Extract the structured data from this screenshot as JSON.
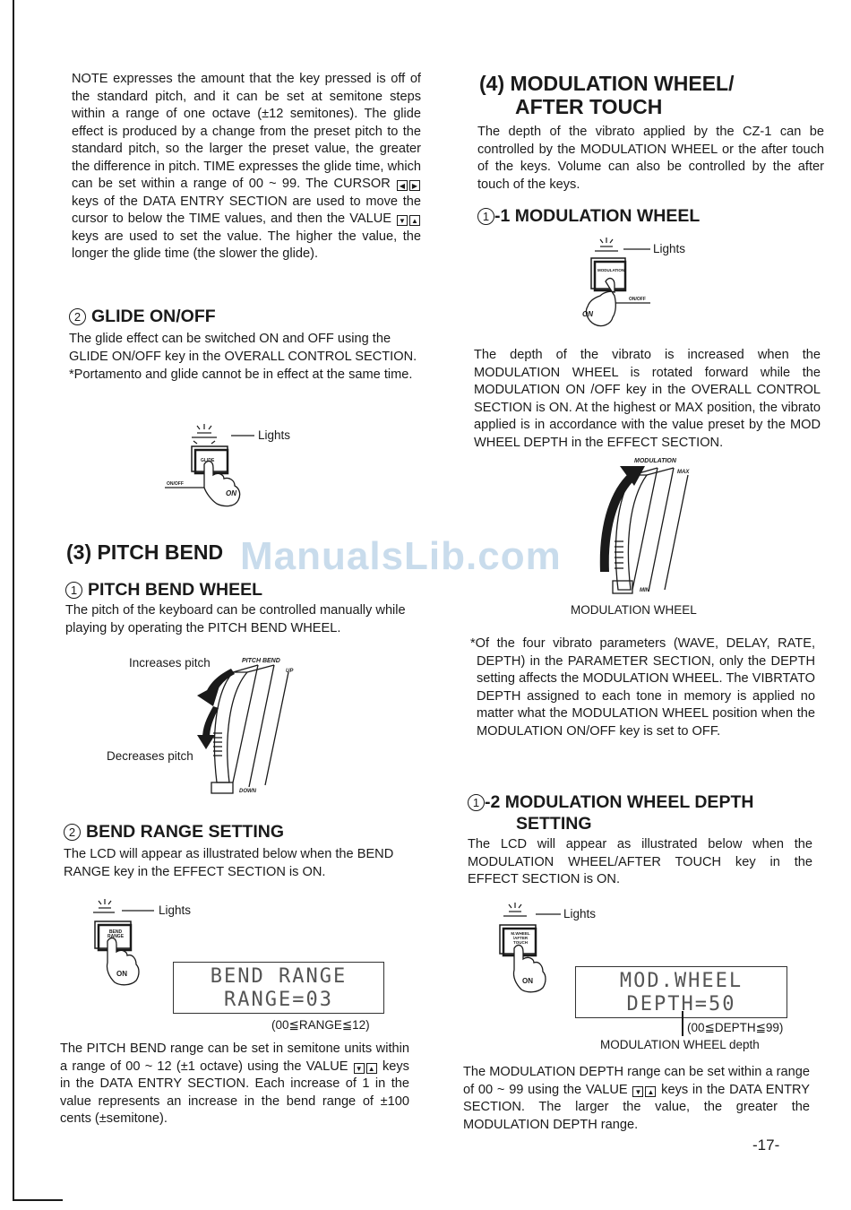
{
  "left": {
    "note_paragraph": {
      "p1": "NOTE expresses the amount that the key pressed is off of the standard pitch, and it can be set at semitone steps within a range of one octave (±12 semitones). The glide effect is produced by a change from the preset pitch to the standard pitch, so the larger the preset value, the greater the difference in pitch. TIME expresses the glide time, which can be set within a range of 00 ~ 99. The CURSOR",
      "p2": "keys of the DATA ENTRY SECTION are used to move the cursor to below the TIME values, and then the VALUE",
      "p3": "keys are used to set the value. The higher the value, the longer the glide time (the slower the glide)."
    },
    "glide": {
      "num": "2",
      "title": "GLIDE ON/OFF",
      "text": "The glide effect can be switched ON and OFF using the GLIDE ON/OFF key in the OVERALL CONTROL SECTION.",
      "note": "*Portamento and glide cannot be in effect at the same time.",
      "lights_label": "Lights",
      "key_label": "GLIDE",
      "onoff_label": "ON/OFF",
      "on_label": "ON"
    },
    "pitch_bend": {
      "section_title": "(3) PITCH BEND",
      "wheel_num": "1",
      "wheel_title": "PITCH BEND WHEEL",
      "wheel_text": "The pitch of the keyboard can be controlled manually while playing by operating the PITCH BEND WHEEL.",
      "increases_label": "Increases pitch",
      "decreases_label": "Decreases pitch",
      "wheel_label": "PITCH BEND",
      "up_label": "UP",
      "down_label": "DOWN"
    },
    "bend_range": {
      "num": "2",
      "title": "BEND RANGE SETTING",
      "text": "The LCD will appear as illustrated below when the BEND RANGE key in the EFFECT SECTION is ON.",
      "lights_label": "Lights",
      "key_label": "BEND RANGE",
      "on_label": "ON",
      "lcd_line1": "BEND RANGE",
      "lcd_line2": "RANGE=03",
      "range_note": "(00≦RANGE≦12)",
      "final_p1": "The PITCH BEND range can be set in semitone units within a range of 00 ~ 12 (±1 octave) using the VALUE",
      "final_p2": "keys in the DATA ENTRY SECTION. Each increase of 1 in the value represents an increase in the bend range of ±100 cents (±semitone)."
    }
  },
  "right": {
    "modulation": {
      "section_title_line1": "(4) MODULATION WHEEL/",
      "section_title_line2": "AFTER TOUCH",
      "intro": "The depth of the vibrato applied by the CZ-1 can be controlled by the MODULATION WHEEL or the after touch of the keys. Volume can also be controlled by the after touch of the keys.",
      "wheel_num": "1",
      "wheel_title": "-1 MODULATION WHEEL",
      "lights_label": "Lights",
      "key_label": "MODULATION",
      "onoff_label": "ON/OFF",
      "on_label": "ON",
      "wheel_text": "The depth of the vibrato is increased when the MODULATION WHEEL is rotated forward while the MODULATION ON /OFF key in the OVERALL CONTROL SECTION is ON. At the highest or MAX position, the vibrato applied is in accordance with the value preset by the MOD WHEEL DEPTH in the EFFECT SECTION.",
      "diagram_top_label": "MODULATION",
      "max_label": "MAX",
      "min_label": "MIN",
      "caption": "MODULATION WHEEL",
      "vibrato_note": "*Of the four vibrato parameters (WAVE, DELAY, RATE, DEPTH) in the PARAMETER SECTION, only the DEPTH setting affects the MODULATION WHEEL. The VIBRTATO DEPTH assigned to each tone in memory is applied no matter what the MODULATION WHEEL position when the MODULATION ON/OFF key is set to OFF."
    },
    "mod_depth": {
      "num": "1",
      "title_line1": "-2 MODULATION WHEEL DEPTH",
      "title_line2": "SETTING",
      "text": "The LCD will appear as illustrated below when the MODULATION WHEEL/AFTER TOUCH key in the EFFECT SECTION is ON.",
      "lights_label": "Lights",
      "key_label": "M.WHEEL /AFTER TOUCH",
      "on_label": "ON",
      "lcd_line1": "MOD.WHEEL",
      "lcd_line2": "DEPTH=50",
      "depth_note": "(00≦DEPTH≦99)",
      "depth_caption": "MODULATION WHEEL depth",
      "final_p1": "The MODULATION DEPTH range can be set within a range of 00 ~ 99 using the VALUE",
      "final_p2": "keys in the DATA ENTRY SECTION. The larger the value, the greater the MODULATION DEPTH range."
    }
  },
  "keys": {
    "left": "◀",
    "right": "▶",
    "down": "▼",
    "up": "▲"
  },
  "watermark": "ManualsLib.com",
  "page_number": "-17-"
}
